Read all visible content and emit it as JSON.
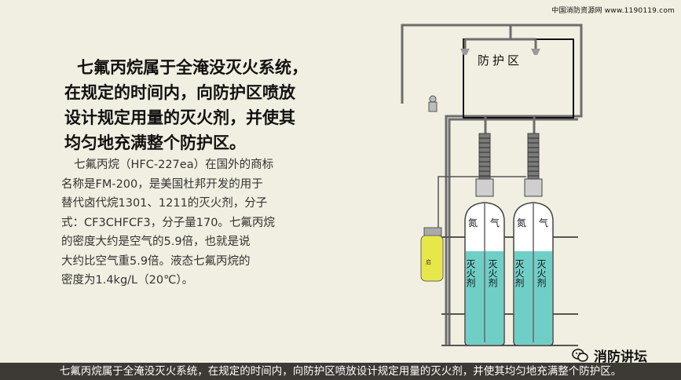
{
  "site_mark": "中国消防资源网 www.1190119.com",
  "lead_lines": [
    "七氟丙烷属于全淹没灭火系统，",
    "在规定的时间内，向防护区喷放",
    "设计规定用量的灭火剂，并使其",
    "均匀地充满整个防护区。"
  ],
  "detail_lines": [
    "七氟丙烷（HFC-227ea）在国外的商标",
    "名称是FM-200，是美国杜邦开发的用于",
    "替代卤代烷1301、1211的灭火剂，分子",
    "式：CF3CHFCF3，分子量170。七氟丙烷",
    "的密度大约是空气的5.9倍，也就是说",
    "大约比空气重5.9倍。液态七氟丙烷的",
    "密度为1.4kg/L（20℃）。"
  ],
  "diagram": {
    "room_label": "防护区",
    "cylinder_left": {
      "top_label": [
        "氮",
        "气"
      ],
      "body_labels": [
        "灭火剂",
        "灭火剂"
      ]
    },
    "cylinder_right": {
      "top_label": [
        "氮",
        "气"
      ],
      "body_labels": [
        "灭火剂",
        "灭火剂"
      ]
    },
    "colors": {
      "agent": "#6fcfc7",
      "cylinder": "#ffffff",
      "pipe": "#6d6d6d",
      "starter": "#e7e74a"
    }
  },
  "brand": {
    "name": "消防讲坛"
  },
  "caption": "七氟丙烷属于全淹没灭火系统，在规定的时间内，向防护区喷放设计规定用量的灭火剂，并使其均匀地充满整个防护区。"
}
